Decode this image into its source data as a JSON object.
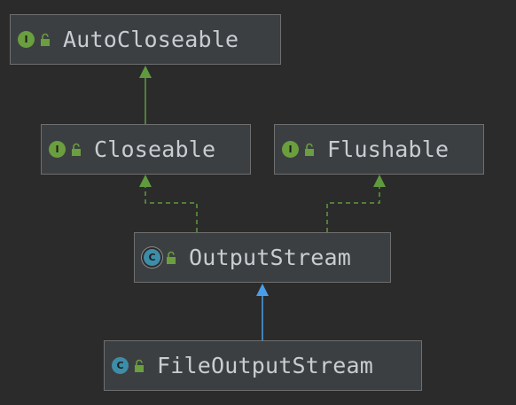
{
  "diagram": {
    "nodes": {
      "autocloseable": {
        "label": "AutoCloseable",
        "kind": "interface",
        "badge_letter": "I",
        "icon": "interface-icon"
      },
      "closeable": {
        "label": "Closeable",
        "kind": "interface",
        "badge_letter": "I",
        "icon": "interface-icon"
      },
      "flushable": {
        "label": "Flushable",
        "kind": "interface",
        "badge_letter": "I",
        "icon": "interface-icon"
      },
      "outputstream": {
        "label": "OutputStream",
        "kind": "abstract-class",
        "badge_letter": "C",
        "icon": "abstract-class-icon"
      },
      "fileoutputstream": {
        "label": "FileOutputStream",
        "kind": "class",
        "badge_letter": "C",
        "icon": "class-icon"
      }
    },
    "edges": [
      {
        "from": "Closeable",
        "to": "AutoCloseable",
        "type": "extends",
        "style": "solid"
      },
      {
        "from": "OutputStream",
        "to": "Closeable",
        "type": "implements",
        "style": "dashed"
      },
      {
        "from": "OutputStream",
        "to": "Flushable",
        "type": "implements",
        "style": "dashed"
      },
      {
        "from": "FileOutputStream",
        "to": "OutputStream",
        "type": "extends",
        "style": "solid"
      }
    ],
    "colors": {
      "background": "#2b2b2b",
      "node_fill": "#3c3f41",
      "node_border": "#6f6f6f",
      "interface_edge": "#5f9a3e",
      "class_edge": "#4a9ee8",
      "interface_badge": "#6a9e3f",
      "class_badge": "#3e8da8",
      "lock": "#6a9e3f",
      "text": "#c9ccd1"
    }
  }
}
